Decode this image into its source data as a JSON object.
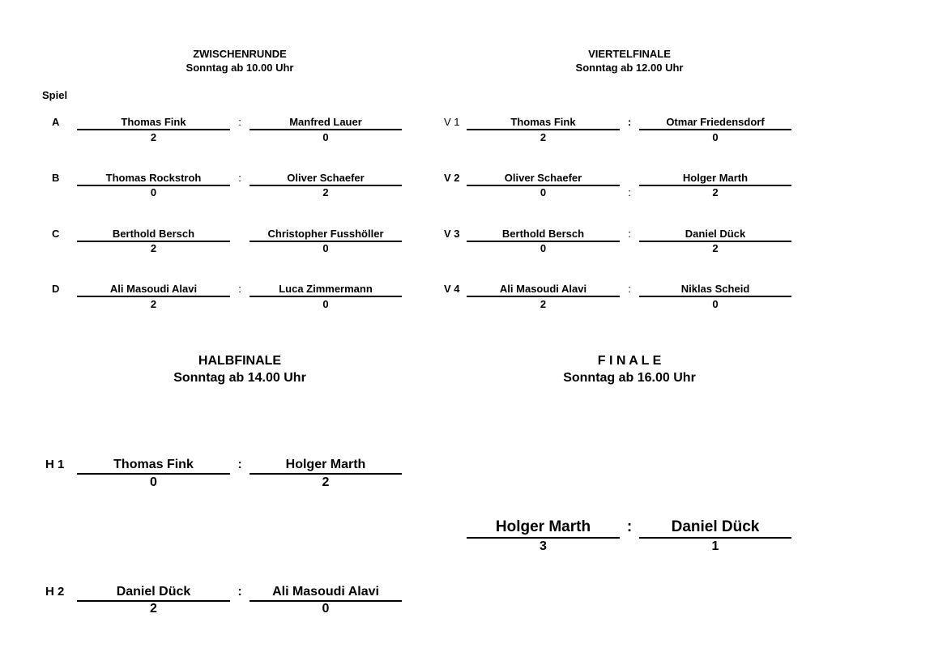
{
  "sections": {
    "zwischenrunde": {
      "title": "ZWISCHENRUNDE",
      "subtitle": "Sonntag ab 10.00 Uhr"
    },
    "viertelfinale": {
      "title": "VIERTELFINALE",
      "subtitle": "Sonntag ab 12.00 Uhr"
    },
    "halbfinale": {
      "title": "HALBFINALE",
      "subtitle": "Sonntag ab 14.00 Uhr"
    },
    "finale": {
      "title": "F I N A L E",
      "subtitle": "Sonntag ab 16.00 Uhr"
    }
  },
  "spiel_label": "Spiel",
  "zwischenrunde_matches": [
    {
      "code": "A",
      "p1": "Thomas Fink",
      "s1": "2",
      "p2": "Manfred Lauer",
      "s2": "0",
      "sep": ":"
    },
    {
      "code": "B",
      "p1": "Thomas Rockstroh",
      "s1": "0",
      "p2": "Oliver Schaefer",
      "s2": "2",
      "sep": ":"
    },
    {
      "code": "C",
      "p1": "Berthold Bersch",
      "s1": "2",
      "p2": "Christopher Fusshöller",
      "s2": "0",
      "sep": ""
    },
    {
      "code": "D",
      "p1": "Ali Masoudi Alavi",
      "s1": "2",
      "p2": "Luca Zimmermann",
      "s2": "0",
      "sep": ":"
    }
  ],
  "viertelfinale_matches": [
    {
      "code": "V 1",
      "p1": "Thomas Fink",
      "s1": "2",
      "p2": "Otmar Friedensdorf",
      "s2": "0",
      "sep": ":"
    },
    {
      "code": "V 2",
      "p1": "Oliver Schaefer",
      "s1": "0",
      "p2": "Holger Marth",
      "s2": "2",
      "sep": ":"
    },
    {
      "code": "V 3",
      "p1": "Berthold Bersch",
      "s1": "0",
      "p2": "Daniel Dück",
      "s2": "2",
      "sep": ":"
    },
    {
      "code": "V 4",
      "p1": "Ali Masoudi Alavi",
      "s1": "2",
      "p2": "Niklas Scheid",
      "s2": "0",
      "sep": ":"
    }
  ],
  "halbfinale_matches": [
    {
      "code": "H 1",
      "p1": "Thomas Fink",
      "s1": "0",
      "p2": "Holger Marth",
      "s2": "2",
      "sep": ":"
    },
    {
      "code": "H 2",
      "p1": "Daniel Dück",
      "s1": "2",
      "p2": "Ali Masoudi Alavi",
      "s2": "0",
      "sep": ":"
    }
  ],
  "finale_match": {
    "p1": "Holger Marth",
    "s1": "3",
    "p2": "Daniel Dück",
    "s2": "1",
    "sep": ":"
  }
}
